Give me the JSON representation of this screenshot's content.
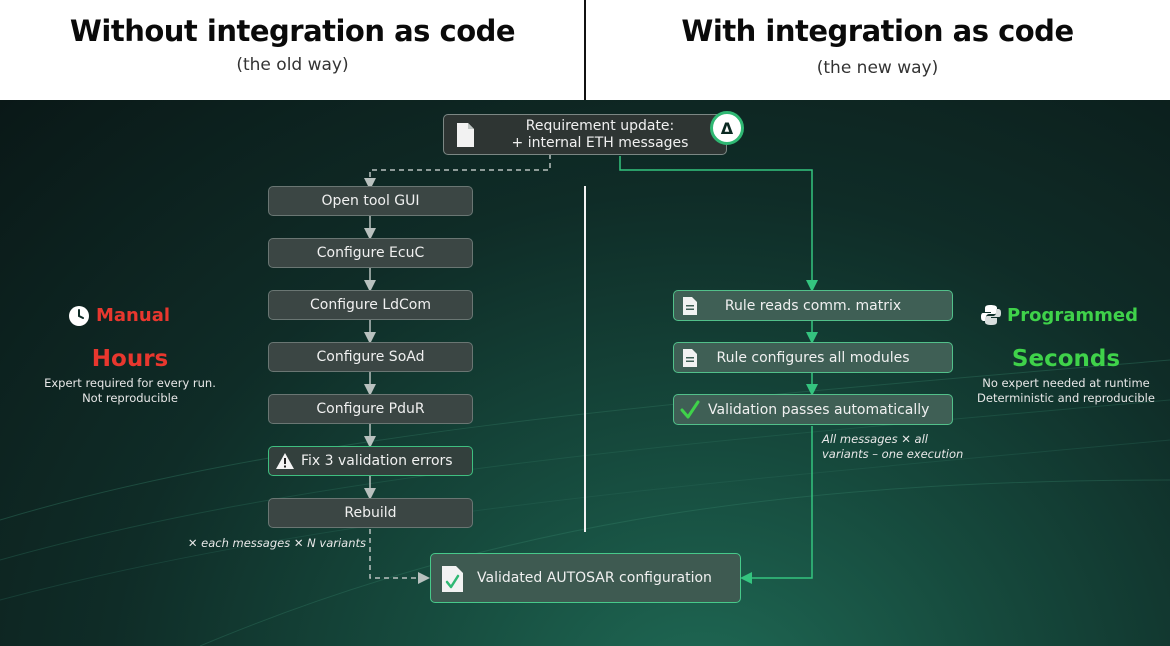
{
  "header": {
    "left_title": "Without integration as code",
    "left_subtitle": "(the old way)",
    "right_title": "With integration as code",
    "right_subtitle": "(the new way)"
  },
  "requirement": {
    "line1": "Requirement update:",
    "line2": "+ internal ETH messages",
    "delta_symbol": "Δ"
  },
  "old_way": {
    "steps": [
      "Open tool GUI",
      "Configure EcuC",
      "Configure LdCom",
      "Configure SoAd",
      "Configure PduR"
    ],
    "warning_step": "Fix 3 validation errors",
    "rebuild_step": "Rebuild",
    "note": "✕ each messages  ✕ N variants",
    "mode_label": "Manual",
    "time_label": "Hours",
    "desc_line1": "Expert required for every run.",
    "desc_line2": "Not reproducible"
  },
  "new_way": {
    "steps": [
      "Rule reads comm. matrix",
      "Rule configures all modules"
    ],
    "validation_step": "Validation passes automatically",
    "note_line1": "All messages  ✕ all",
    "note_line2": "variants – one execution",
    "mode_label": "Programmed",
    "time_label": "Seconds",
    "desc_line1": "No expert needed at runtime",
    "desc_line2": "Deterministic and reproducible"
  },
  "result": {
    "label": "Validated AUTOSAR configuration"
  },
  "icons": {
    "clock": "clock-icon",
    "python": "python-icon",
    "warning": "warning-icon",
    "document": "document-icon",
    "check": "checkmark-icon"
  },
  "colors": {
    "manual_red": "#e8372e",
    "programmed_green": "#3fd24a",
    "flow_green": "#34c47f",
    "old_gray": "#9aa3a1"
  }
}
